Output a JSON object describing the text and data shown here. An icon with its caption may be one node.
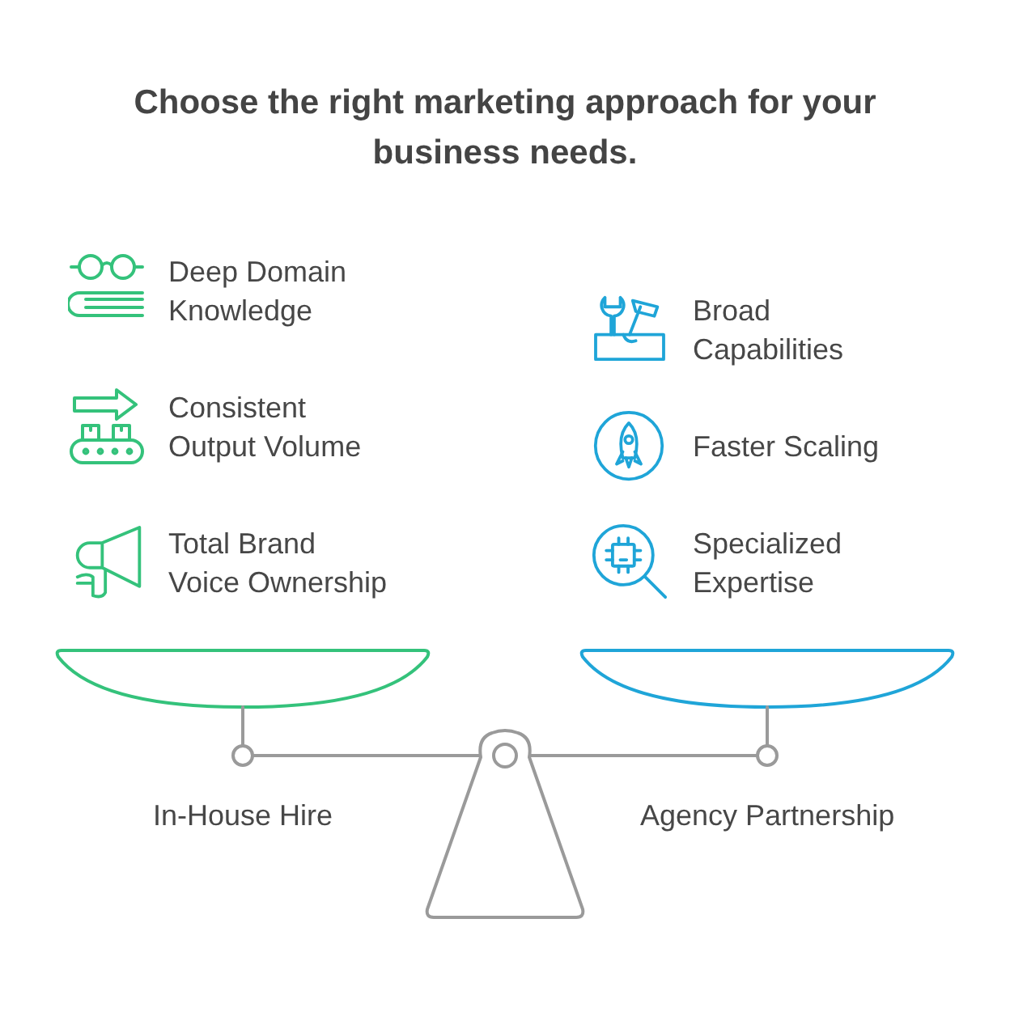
{
  "diagram": {
    "title": "Choose the right marketing approach for your business needs.",
    "labels": [
      "Deep Domain Knowledge",
      "Broad Capabilities",
      "Consistent Output Volume",
      "Faster Scaling",
      "Total Brand Voice Ownership",
      "Specialized Expertise",
      "In-House Hire",
      "Agency Partnership"
    ]
  }
}
